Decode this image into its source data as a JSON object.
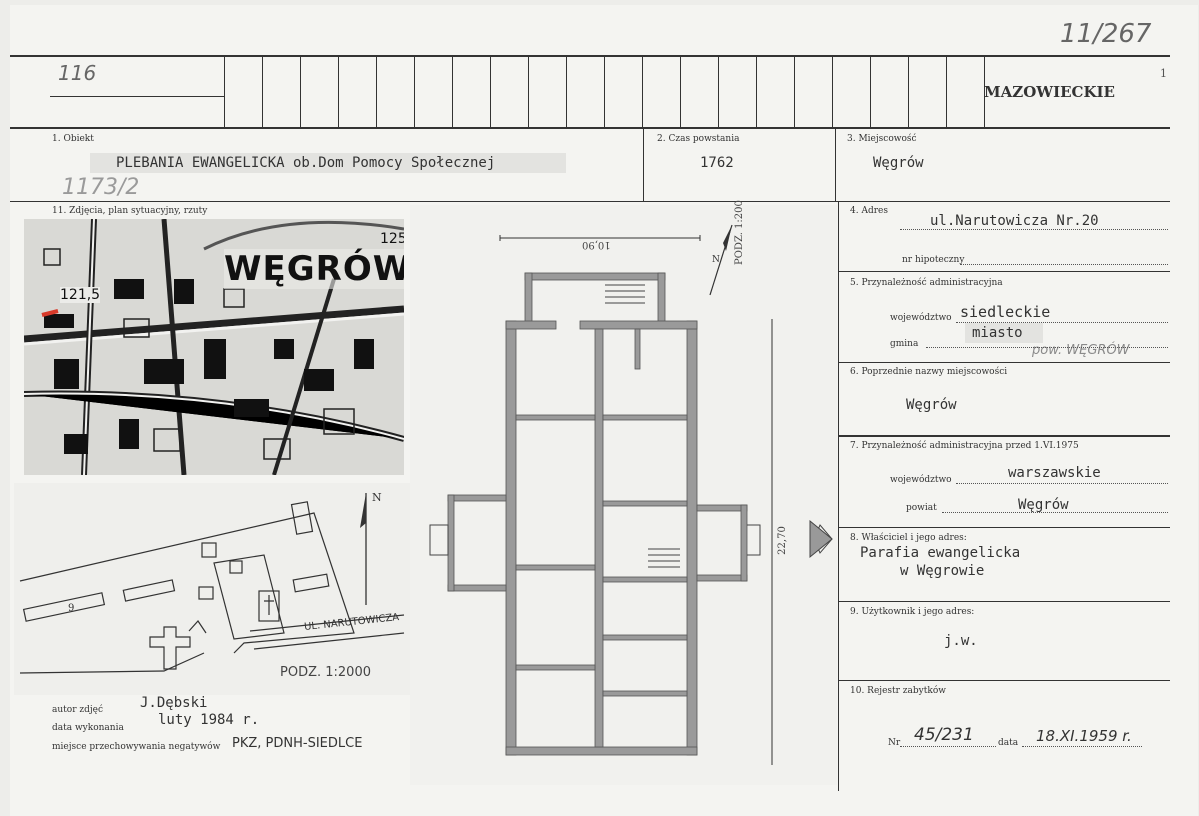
{
  "header": {
    "top_number": "11/267",
    "card_number": "116",
    "region": "MAZOWIECKIE",
    "side_mark": "1"
  },
  "fields": {
    "obiekt": {
      "label": "1. Obiekt",
      "value": "PLEBANIA EWANGELICKA ob.Dom Pomocy Społecznej",
      "note": "1173/2"
    },
    "czas": {
      "label": "2. Czas powstania",
      "value": "1762"
    },
    "miejscowosc": {
      "label": "3. Miejscowość",
      "value": "Węgrów"
    },
    "zdjecia": {
      "label": "11. Zdjęcia, plan sytuacyjny, rzuty"
    },
    "adres": {
      "label": "4. Adres",
      "value": "ul.Narutowicza Nr.20",
      "nr_label": "nr hipoteczny"
    },
    "przynaleznosc": {
      "label": "5. Przynależność administracyjna",
      "woj_label": "województwo",
      "woj_value": "siedleckie",
      "gmina_label": "gmina",
      "gmina_value": "miasto",
      "note": "pow. WĘGRÓW"
    },
    "poprzednie": {
      "label": "6. Poprzednie nazwy miejscowości",
      "value": "Węgrów"
    },
    "przed": {
      "label": "7. Przynależność administracyjna przed 1.VI.1975",
      "woj_label": "województwo",
      "woj_value": "warszawskie",
      "powiat_label": "powiat",
      "powiat_value": "Węgrów"
    },
    "wlasciciel": {
      "label": "8. Właściciel i jego adres:",
      "line1": "Parafia ewangelicka",
      "line2": "w Węgrowie"
    },
    "uzytkownik": {
      "label": "9. Użytkownik i jego adres:",
      "value": "j.w."
    },
    "rejestr": {
      "label": "10. Rejestr zabytków",
      "nr_label": "Nr",
      "nr_value": "45/231",
      "data_label": "data",
      "data_value": "18.XI.1959 r."
    }
  },
  "map": {
    "town": "WĘGRÓW",
    "elev1": "121,5",
    "elev2": "125"
  },
  "site_plan": {
    "street": "UL. NARUTOWICZA",
    "scale": "PODZ. 1:2000",
    "north": "N",
    "mark": "9"
  },
  "floor_plan": {
    "dim_top": "10,90",
    "dim_side": "22,70",
    "scale": "PODZ. 1:200",
    "north": "N"
  },
  "photo_meta": {
    "autor_label": "autor zdjęć",
    "autor_value": "J.Dębski",
    "data_label": "data wykonania",
    "data_value": "luty 1984 r.",
    "miejsce_label": "miejsce przechowywania negatywów",
    "miejsce_value": "PKZ, PDNH-SIEDLCE"
  }
}
